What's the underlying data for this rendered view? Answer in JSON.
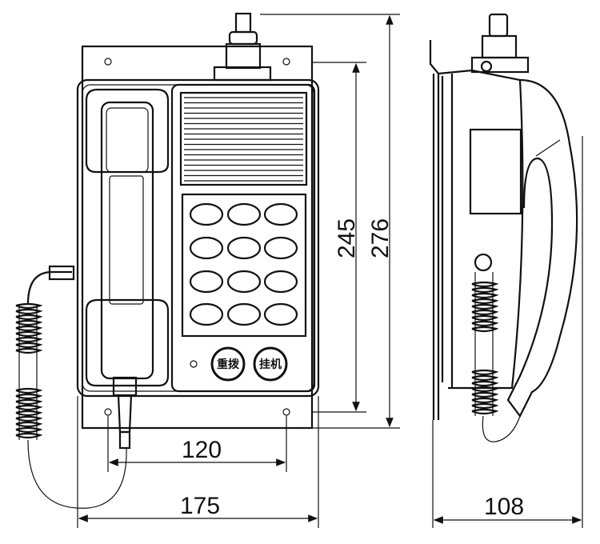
{
  "title": "Explosion-proof telephone dimension drawing",
  "buttons": {
    "redial": "重拨",
    "hangup": "挂机"
  },
  "dimensions": {
    "total_height": "276",
    "mount_height": "245",
    "mount_width": "120",
    "total_width": "175",
    "depth": "108"
  },
  "colors": {
    "line": "#111111",
    "background": "#ffffff"
  }
}
